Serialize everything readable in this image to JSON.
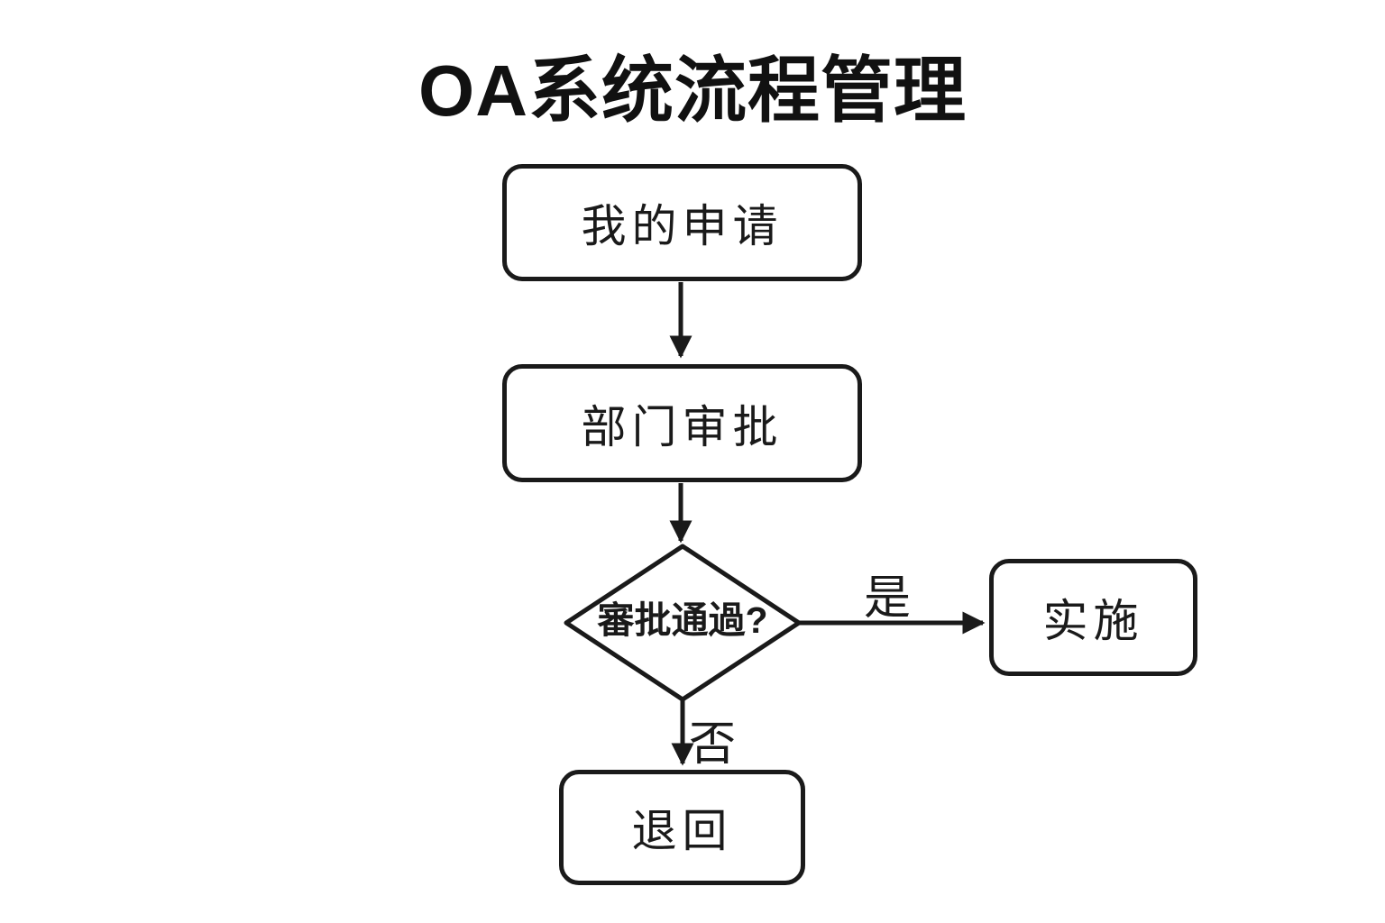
{
  "title": "OA系统流程管理",
  "flowchart": {
    "nodes": [
      {
        "id": "my-application",
        "type": "process",
        "label": "我的申请"
      },
      {
        "id": "department-approval",
        "type": "process",
        "label": "部门审批"
      },
      {
        "id": "approval-passed",
        "type": "decision",
        "label": "審批通過?"
      },
      {
        "id": "implement",
        "type": "process",
        "label": "实施"
      },
      {
        "id": "return",
        "type": "process",
        "label": "退回"
      }
    ],
    "edges": [
      {
        "from": "my-application",
        "to": "department-approval",
        "label": ""
      },
      {
        "from": "department-approval",
        "to": "approval-passed",
        "label": ""
      },
      {
        "from": "approval-passed",
        "to": "implement",
        "label": "是"
      },
      {
        "from": "approval-passed",
        "to": "return",
        "label": "否"
      }
    ],
    "colors": {
      "background": "#ffffff",
      "node_fill": "#ffffff",
      "stroke": "#1a1a1a",
      "text": "#1a1a1a"
    }
  }
}
